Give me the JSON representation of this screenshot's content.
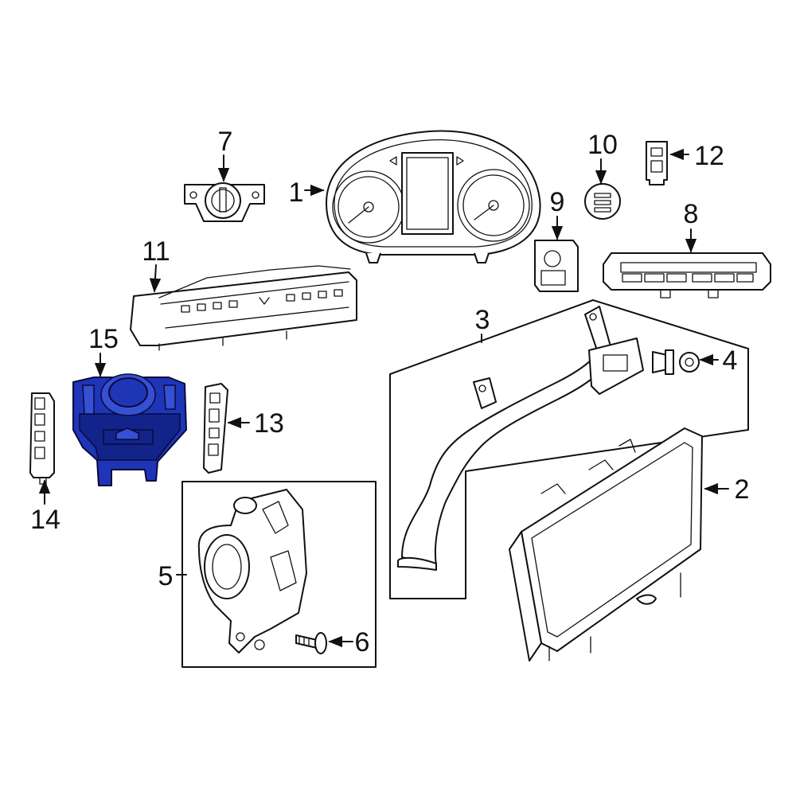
{
  "callouts": {
    "c1": "1",
    "c2": "2",
    "c3": "3",
    "c4": "4",
    "c5": "5",
    "c6": "6",
    "c7": "7",
    "c8": "8",
    "c9": "9",
    "c10": "10",
    "c11": "11",
    "c12": "12",
    "c13": "13",
    "c14": "14",
    "c15": "15"
  },
  "highlight_color": "#1f35b8",
  "highlighted_part": "15"
}
